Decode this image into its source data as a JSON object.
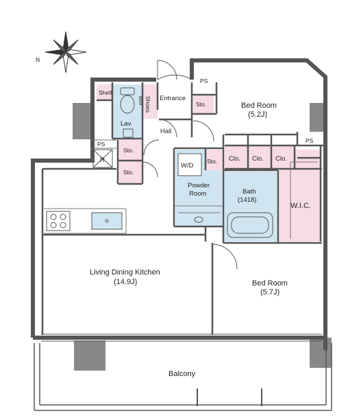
{
  "rooms": {
    "living": {
      "name": "Living Dining Kitchen",
      "size": "(14.9J)"
    },
    "bedroom_north": {
      "name": "Bed Room",
      "size": "(5.2J)"
    },
    "bedroom_south": {
      "name": "Bed Room",
      "size": "(5.7J)"
    },
    "bath": {
      "name": "Bath",
      "size": "(1418)"
    },
    "powder": {
      "line1": "Powder",
      "line2": "Room"
    },
    "wic": "W.I.C.",
    "hall": "Hall",
    "entrance": "Entrance",
    "lav": "Lav.",
    "balcony": "Balcony"
  },
  "storage": {
    "shelf": "Shelf",
    "shoes_line1": "Shoes",
    "shoes_line2": "box",
    "sto": "Sto.",
    "clo": "Clo.",
    "ps": "PS",
    "wd": "W/D",
    "r": "R"
  },
  "compass": {
    "north": "N"
  },
  "colors": {
    "wall": "#555555",
    "pink": "#f7dbe6",
    "blue": "#cfe6f2",
    "column": "#888888"
  }
}
